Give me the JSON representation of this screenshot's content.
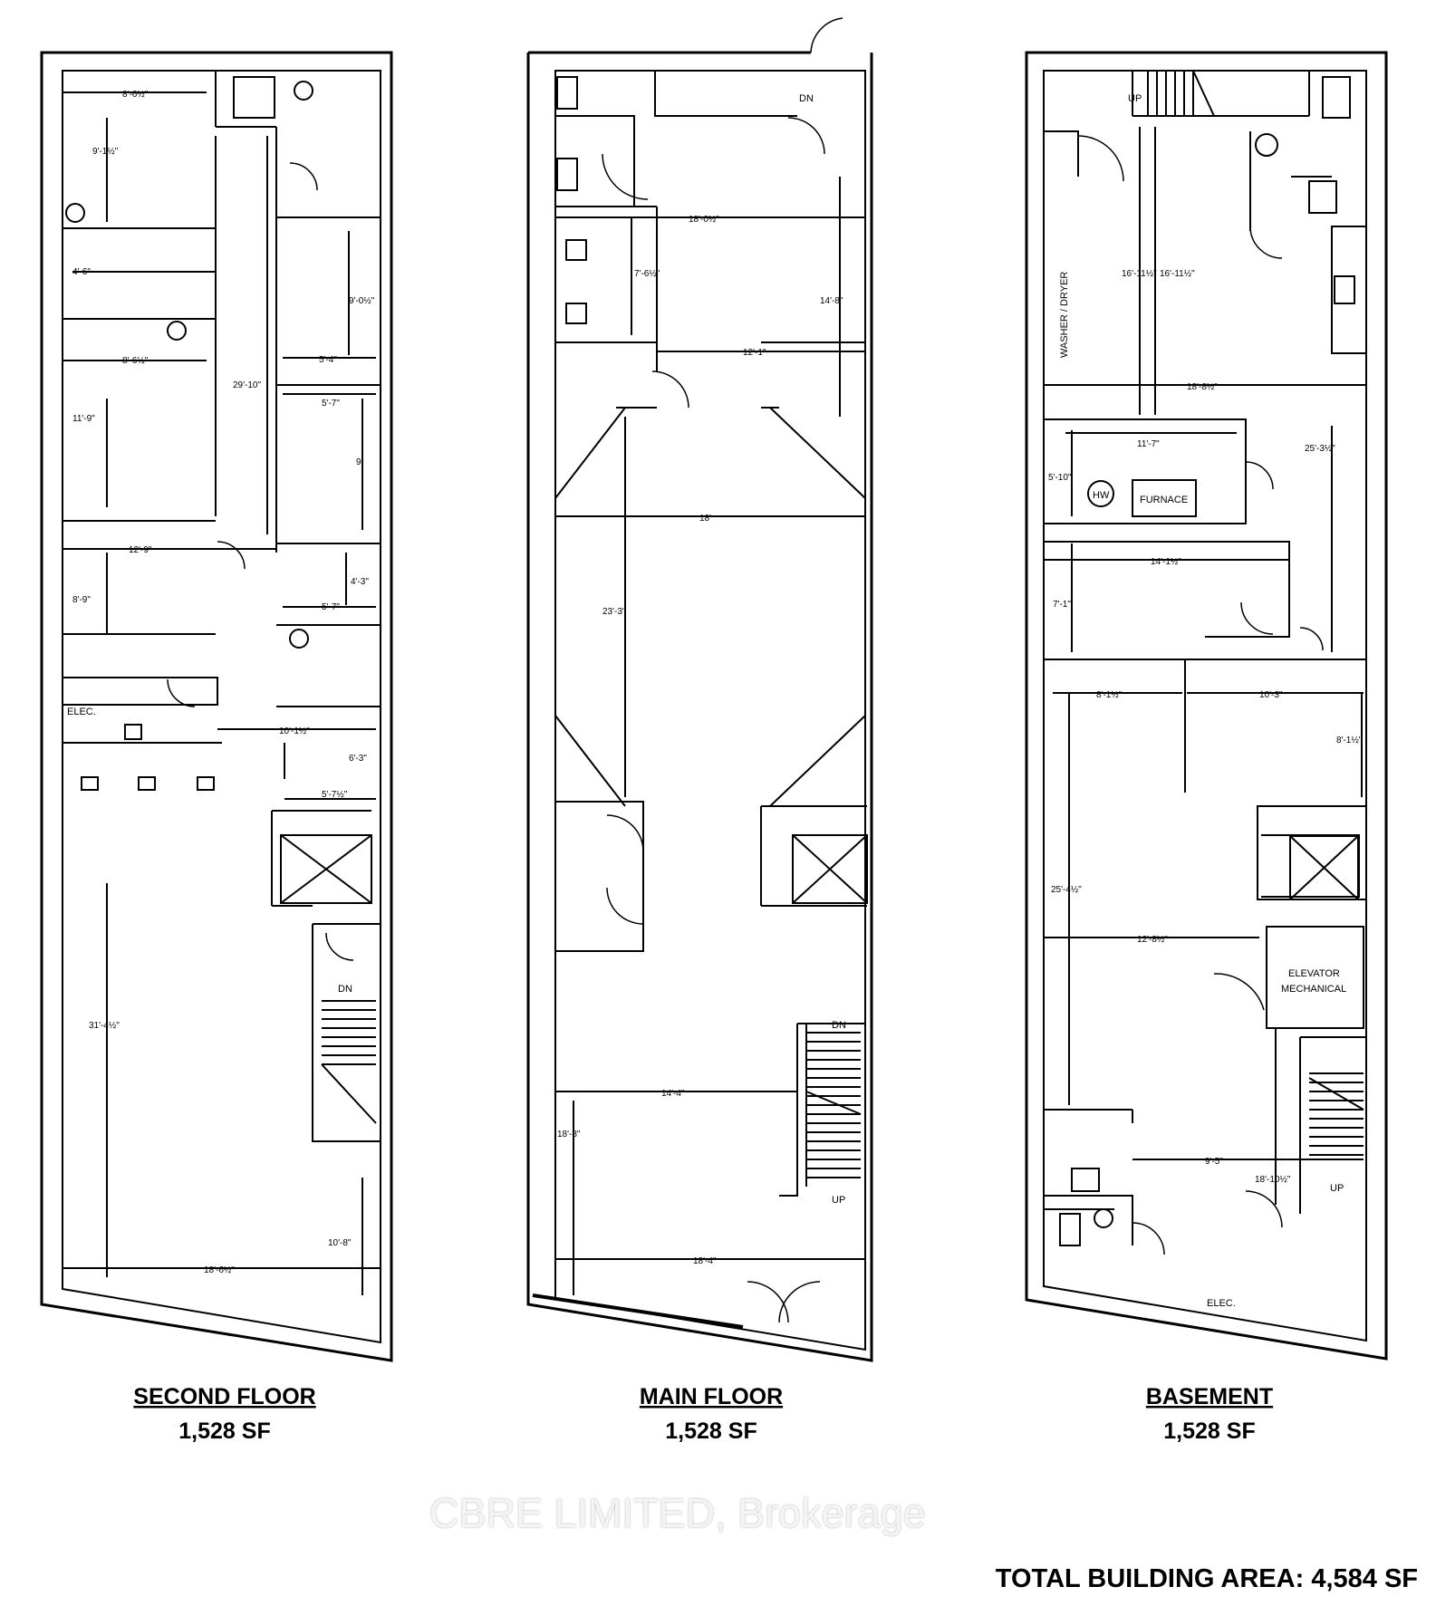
{
  "floors": [
    {
      "title": "SECOND FLOOR",
      "area": "1,528 SF",
      "dimensions": [
        "8'-6½\"",
        "9'-1½\"",
        "4'-6\"",
        "8'-6½\"",
        "11'-9\"",
        "12'-9\"",
        "8'-9\"",
        "29'-10\"",
        "9'-0½\"",
        "5'-4\"",
        "5'-7\"",
        "9'",
        "4'-3\"",
        "5'-7\"",
        "10'-1½\"",
        "6'-3\"",
        "5'-7½\"",
        "31'-4½\"",
        "10'-8\"",
        "18'-6½\""
      ],
      "labels": [
        "ELEC.",
        "DN"
      ]
    },
    {
      "title": "MAIN FLOOR",
      "area": "1,528 SF",
      "dimensions": [
        "18'-0½\"",
        "7'-6½\"",
        "14'-8\"",
        "12'-1\"",
        "18'",
        "23'-3\"",
        "14'-4\"",
        "18'-8\"",
        "18'-4\""
      ],
      "labels": [
        "DN",
        "DN",
        "UP"
      ]
    },
    {
      "title": "BASEMENT",
      "area": "1,528 SF",
      "dimensions": [
        "16'-11½\"",
        "16'-11½\"",
        "18'-8½\"",
        "11'-7\"",
        "5'-10\"",
        "25'-3½\"",
        "14'-1½\"",
        "7'-1\"",
        "8'-1½\"",
        "10'-3\"",
        "8'-1½\"",
        "25'-4½\"",
        "12'-8½\"",
        "9'-5\"",
        "18'-10½\""
      ],
      "labels": [
        "UP",
        "WASHER / DRYER",
        "HW",
        "FURNACE",
        "ELEVATOR",
        "MECHANICAL",
        "UP",
        "ELEC."
      ]
    }
  ],
  "total": {
    "label": "TOTAL BUILDING AREA:",
    "value": "4,584 SF"
  },
  "watermark": "CBRE LIMITED, Brokerage"
}
